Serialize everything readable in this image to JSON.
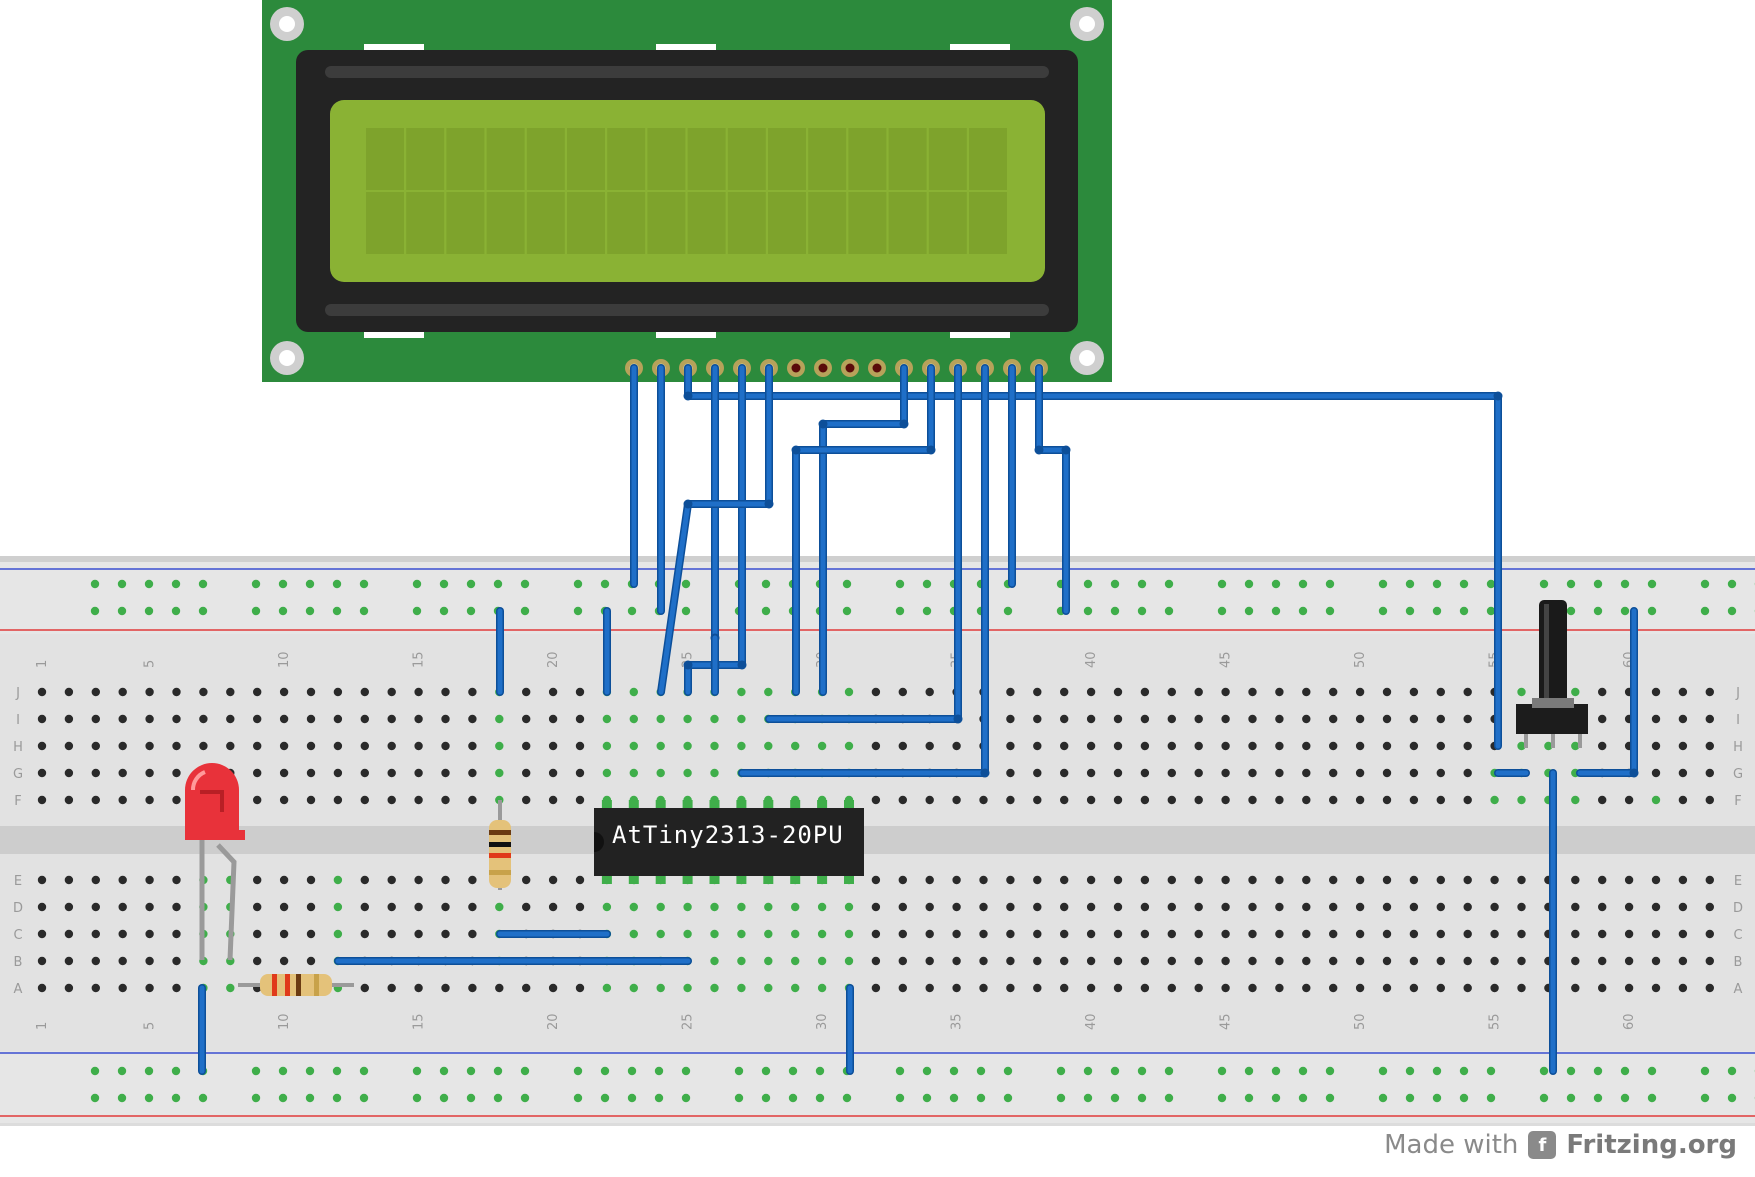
{
  "chip": {
    "label": "AtTiny2313-20PU"
  },
  "breadboard": {
    "row_letters_top": [
      "J",
      "I",
      "H",
      "G",
      "F"
    ],
    "row_letters_bottom": [
      "E",
      "D",
      "C",
      "B",
      "A"
    ],
    "column_numbers": [
      "1",
      "5",
      "10",
      "15",
      "20",
      "25",
      "30",
      "35",
      "40",
      "45",
      "50",
      "55",
      "60"
    ]
  },
  "credit": {
    "prefix": "Made with",
    "brand": "Fritzing.org",
    "logo_glyph": "f"
  },
  "colors": {
    "wire": "#1f6fc8",
    "lcd_pcb": "#2c8a3c",
    "lcd_screen": "#8ab234",
    "breadboard": "#dedede",
    "led": "#e8323a",
    "chip": "#222222"
  }
}
